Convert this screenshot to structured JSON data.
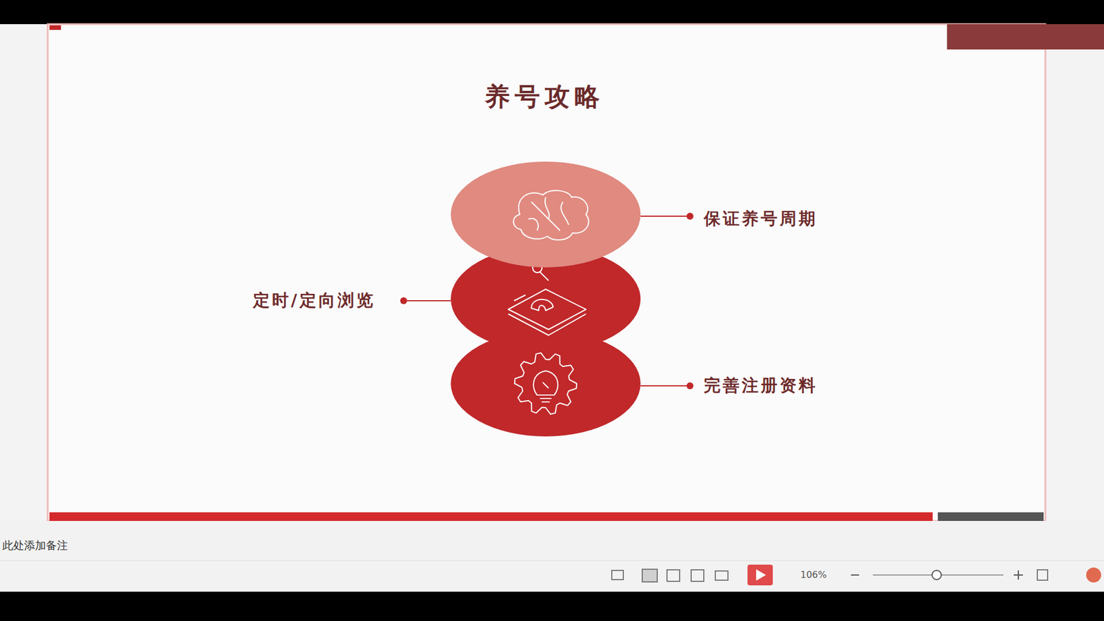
{
  "diagram": {
    "title": "养号攻略",
    "nodes": [
      {
        "text": [
          "保证养号周期"
        ]
      },
      {
        "text": [
          "定时/定向浏览"
        ]
      },
      {
        "text": [
          "完善注册资料"
        ]
      }
    ],
    "labels": [
      "此处添加备注",
      "106%"
    ]
  }
}
